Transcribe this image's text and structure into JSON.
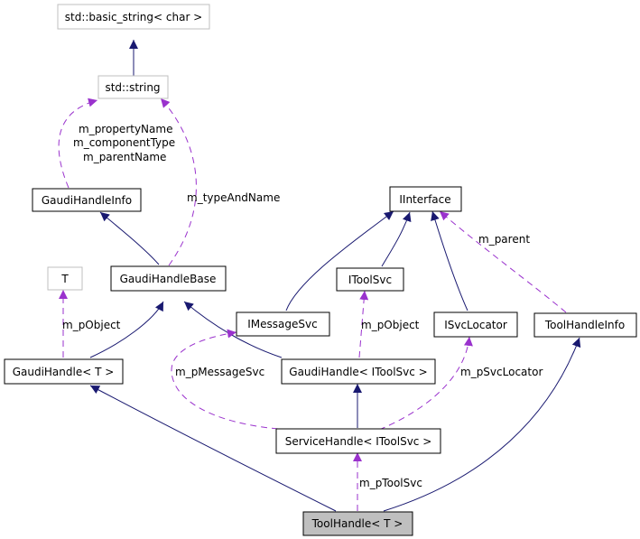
{
  "colors": {
    "inherit": "#191970",
    "usage": "#9a32cd",
    "external_border": "#bfbfbf",
    "internal_border": "#000000",
    "highlight_fill": "#bfbfbf"
  },
  "nodes": {
    "basic_string": "std::basic_string< char >",
    "std_string": "std::string",
    "gaudi_handle_info": "GaudiHandleInfo",
    "t": "T",
    "gaudi_handle_base": "GaudiHandleBase",
    "iinterface": "IInterface",
    "itoolsvc": "IToolSvc",
    "imessagesvc": "IMessageSvc",
    "isvclocator": "ISvcLocator",
    "toolhandleinfo": "ToolHandleInfo",
    "gaudihandle_t": "GaudiHandle< T >",
    "gaudihandle_itoolsvc": "GaudiHandle< IToolSvc >",
    "servicehandle_itoolsvc": "ServiceHandle< IToolSvc >",
    "toolhandle_t": "ToolHandle< T >"
  },
  "edge_labels": {
    "property_lines": [
      "m_propertyName",
      "m_componentType",
      "m_parentName"
    ],
    "type_and_name": "m_typeAndName",
    "p_object_t": "m_pObject",
    "p_object_svc": "m_pObject",
    "p_message_svc": "m_pMessageSvc",
    "p_svc_locator": "m_pSvcLocator",
    "parent": "m_parent",
    "p_tool_svc": "m_pToolSvc"
  }
}
